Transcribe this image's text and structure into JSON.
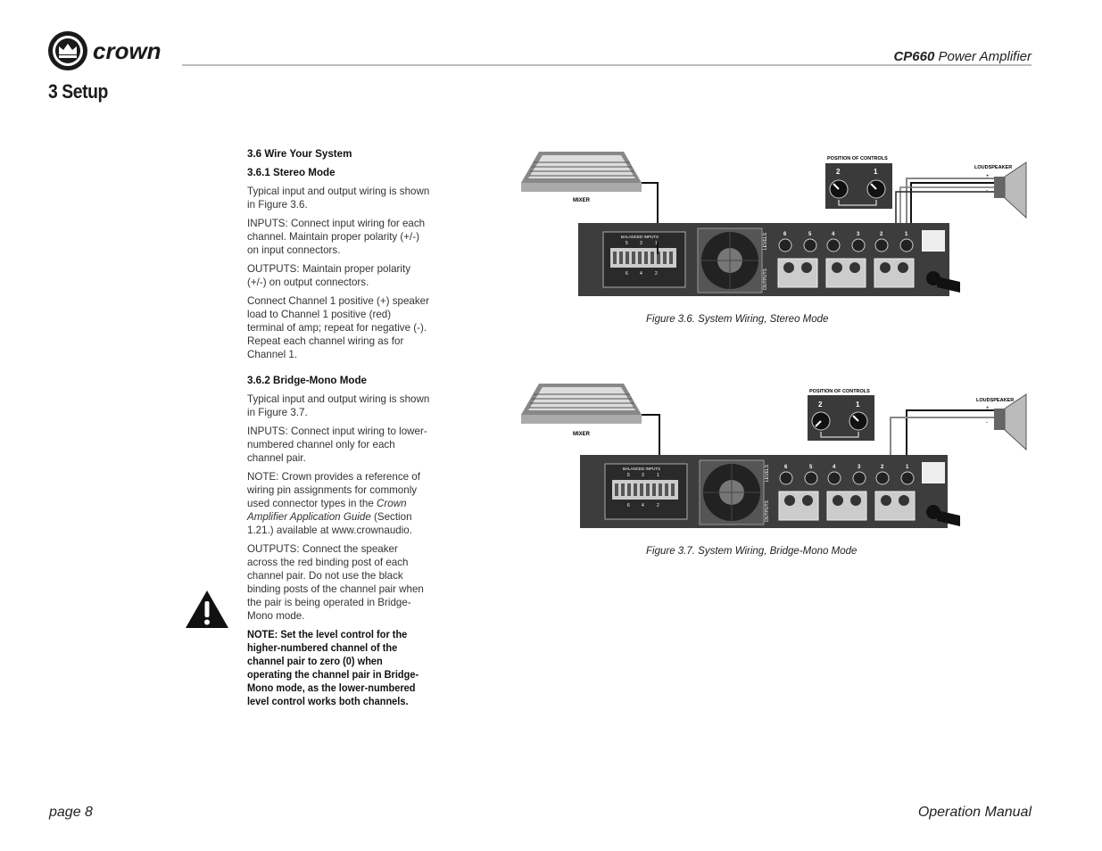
{
  "header": {
    "brand": "crown",
    "product_model": "CP660",
    "product_name": "Power Amplifier",
    "section": "3 Setup"
  },
  "content": {
    "h_wire": "3.6  Wire Your System",
    "h_stereo": "3.6.1 Stereo Mode",
    "p_stereo_1": "Typical input and output wiring is shown in Figure 3.6.",
    "p_stereo_2": "INPUTS: Connect input wiring for each channel. Maintain proper polarity (+/-) on input connectors.",
    "p_stereo_3": "OUTPUTS: Maintain proper polarity (+/-) on output connectors.",
    "p_stereo_4": "Connect Channel 1 positive (+) speaker load to Channel 1 positive (red) terminal of amp; repeat for negative (-). Repeat each channel wiring as for Channel 1.",
    "h_bridge": "3.6.2 Bridge-Mono Mode",
    "p_bridge_1": "Typical input and output wiring is shown in Figure 3.7.",
    "p_bridge_2": "INPUTS: Connect input wiring to lower-numbered channel only for each channel pair.",
    "p_bridge_3_a": "NOTE: Crown provides a reference of wiring pin assignments for commonly used connector types in the ",
    "p_bridge_3_ital": "Crown Amplifier Application Guide",
    "p_bridge_3_b": " (Section 1.21.) available at www.crownaudio.",
    "p_bridge_4": "OUTPUTS: Connect the speaker across the red binding post of each channel pair. Do not use the black binding posts of the channel pair when the pair is being operated in Bridge-Mono mode.",
    "note_bold": "NOTE: Set the level control for the higher-numbered channel of the channel pair to zero (0) when operating the channel pair in Bridge-Mono mode, as the lower-numbered level control works both channels."
  },
  "figures": [
    {
      "caption": "Figure 3.6. System Wiring, Stereo Mode",
      "labels": {
        "mixer": "MIXER",
        "controls": "POSITION OF CONTROLS",
        "speaker": "LOUDSPEAKER",
        "balanced": "BALANCED INPUTS",
        "levels": "LEVELS",
        "outputs": "OUTPUTS",
        "ch_left": "2",
        "ch_right": "1"
      }
    },
    {
      "caption": "Figure 3.7. System Wiring, Bridge-Mono Mode",
      "labels": {
        "mixer": "MIXER",
        "controls": "POSITION OF CONTROLS",
        "speaker": "LOUDSPEAKER",
        "balanced": "BALANCED INPUTS",
        "levels": "LEVELS",
        "outputs": "OUTPUTS",
        "ch_left": "2",
        "ch_right": "1"
      }
    }
  ],
  "amp_channels_top": [
    "6",
    "5",
    "4",
    "3",
    "2",
    "1"
  ],
  "input_numbers_top": [
    "5",
    "3",
    "1"
  ],
  "input_numbers_bottom": [
    "6",
    "4",
    "2"
  ],
  "footer": {
    "page": "page 8",
    "doc": "Operation Manual"
  }
}
